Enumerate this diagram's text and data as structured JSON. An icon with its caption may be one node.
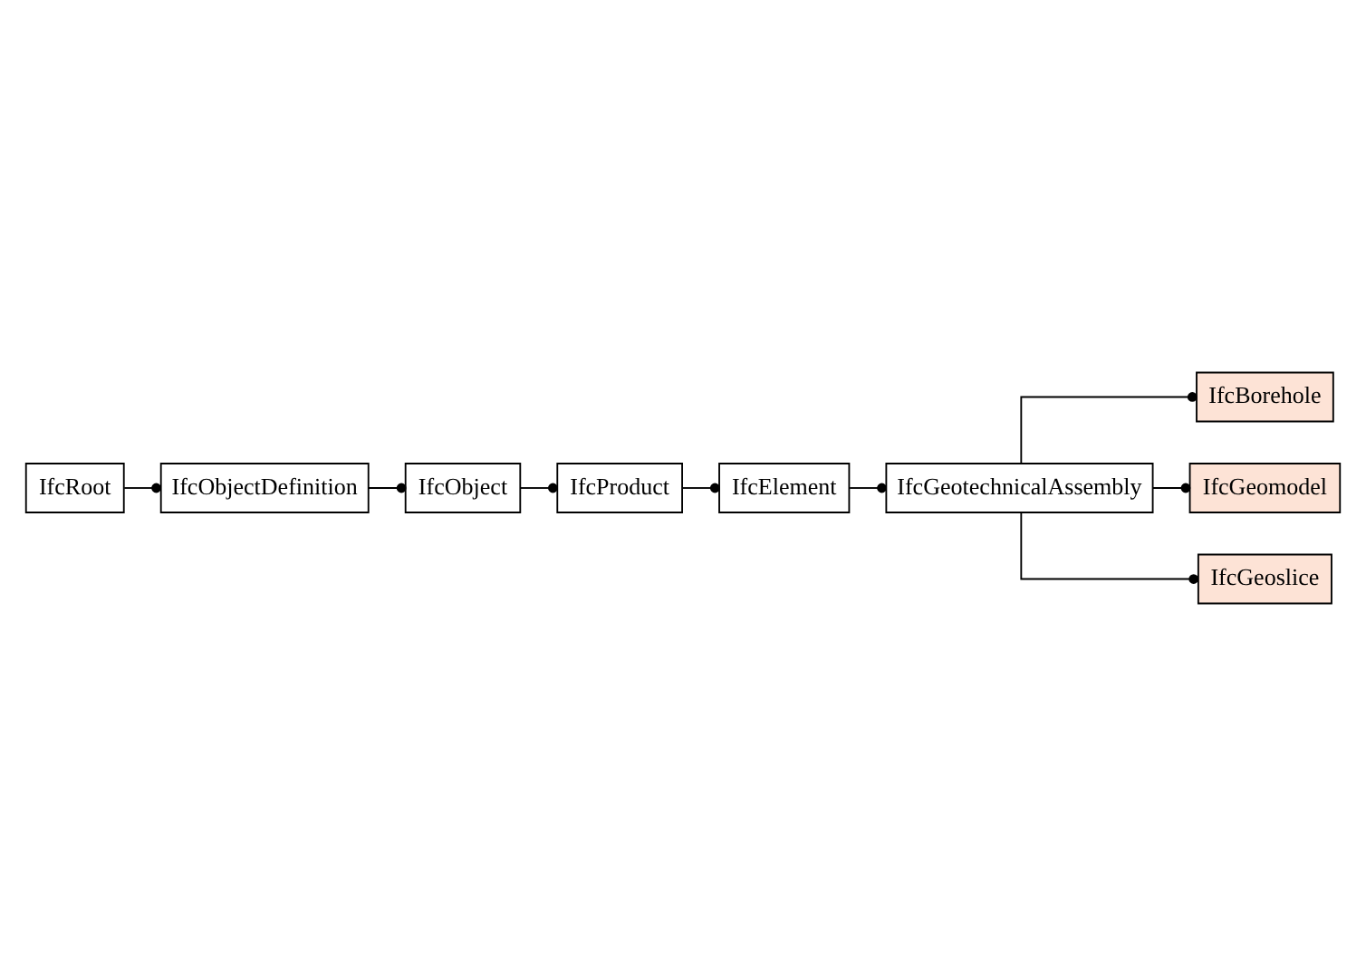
{
  "diagram": {
    "nodes": [
      {
        "text": [
          "IfcRoot"
        ]
      },
      {
        "text": [
          "IfcObjectDefinition"
        ]
      },
      {
        "text": [
          "IfcObject"
        ]
      },
      {
        "text": [
          "IfcProduct"
        ]
      },
      {
        "text": [
          "IfcElement"
        ]
      },
      {
        "text": [
          "IfcGeotechnicalAssembly"
        ]
      },
      {
        "text": [
          "IfcBorehole"
        ]
      },
      {
        "text": [
          "IfcGeomodel"
        ]
      },
      {
        "text": [
          "IfcGeoslice"
        ]
      }
    ],
    "edges": [
      {
        "from": 0,
        "to": 1,
        "arrow": "other"
      },
      {
        "from": 1,
        "to": 2,
        "arrow": "other"
      },
      {
        "from": 2,
        "to": 3,
        "arrow": "other"
      },
      {
        "from": 3,
        "to": 4,
        "arrow": "other"
      },
      {
        "from": 4,
        "to": 5,
        "arrow": "other"
      },
      {
        "from": 5,
        "to": 6,
        "arrow": "other"
      },
      {
        "from": 5,
        "to": 7,
        "arrow": "other"
      },
      {
        "from": 5,
        "to": 8,
        "arrow": "other"
      }
    ]
  }
}
